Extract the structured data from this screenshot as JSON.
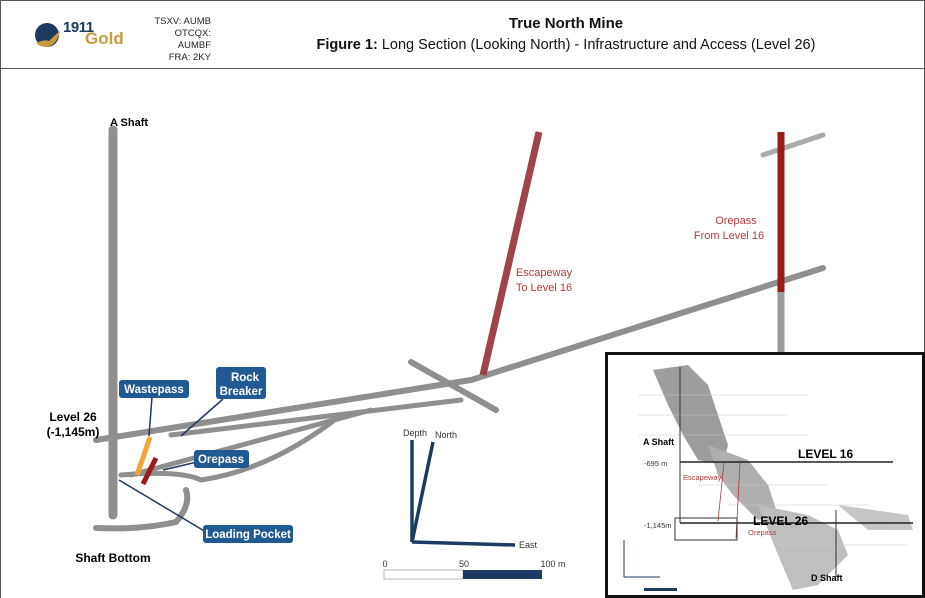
{
  "header": {
    "logo": {
      "number": "1911",
      "word": "Gold"
    },
    "tickers": [
      "TSXV: AUMB",
      "OTCQX: AUMBF",
      "FRA: 2KY"
    ],
    "title": "True North Mine",
    "subtitle_bold": "Figure 1:",
    "subtitle": "Long Section (Looking North) - Infrastructure and Access (Level 26)"
  },
  "labels": {
    "a_shaft": "A Shaft",
    "level26_line1": "Level 26",
    "level26_line2": "(-1,145m)",
    "shaft_bottom": "Shaft Bottom",
    "escapeway_line1": "Escapeway",
    "escapeway_line2": "To Level 16",
    "orepass_line1": "Orepass",
    "orepass_line2": "From Level 16"
  },
  "callouts": {
    "wastepass": "Wastepass",
    "rock_breaker_line1": "Rock",
    "rock_breaker_line2": "Breaker",
    "orepass": "Orepass",
    "loading_pocket": "Loading Pocket"
  },
  "compass": {
    "depth": "Depth",
    "north": "North",
    "east": "East"
  },
  "scale_bar": {
    "ticks": [
      "0",
      "50",
      "100 m"
    ]
  },
  "inset": {
    "a_shaft": "A Shaft",
    "level16": "LEVEL 16",
    "level26": "LEVEL 26",
    "depth16": "-695 m",
    "depth26": "-1,145m",
    "escapeway": "Escapeway",
    "orepass": "Orepass",
    "d_shaft": "D Shaft"
  },
  "colors": {
    "callout_bg": "#1f5a93",
    "navy": "#1d3a63",
    "gold": "#c89a3c",
    "escapeway": "#a0434a",
    "orepass": "#9b1a1a",
    "wastepass": "#f2a531",
    "annotation_red": "#b03a3a",
    "tunnel": "#8a8a8a"
  }
}
